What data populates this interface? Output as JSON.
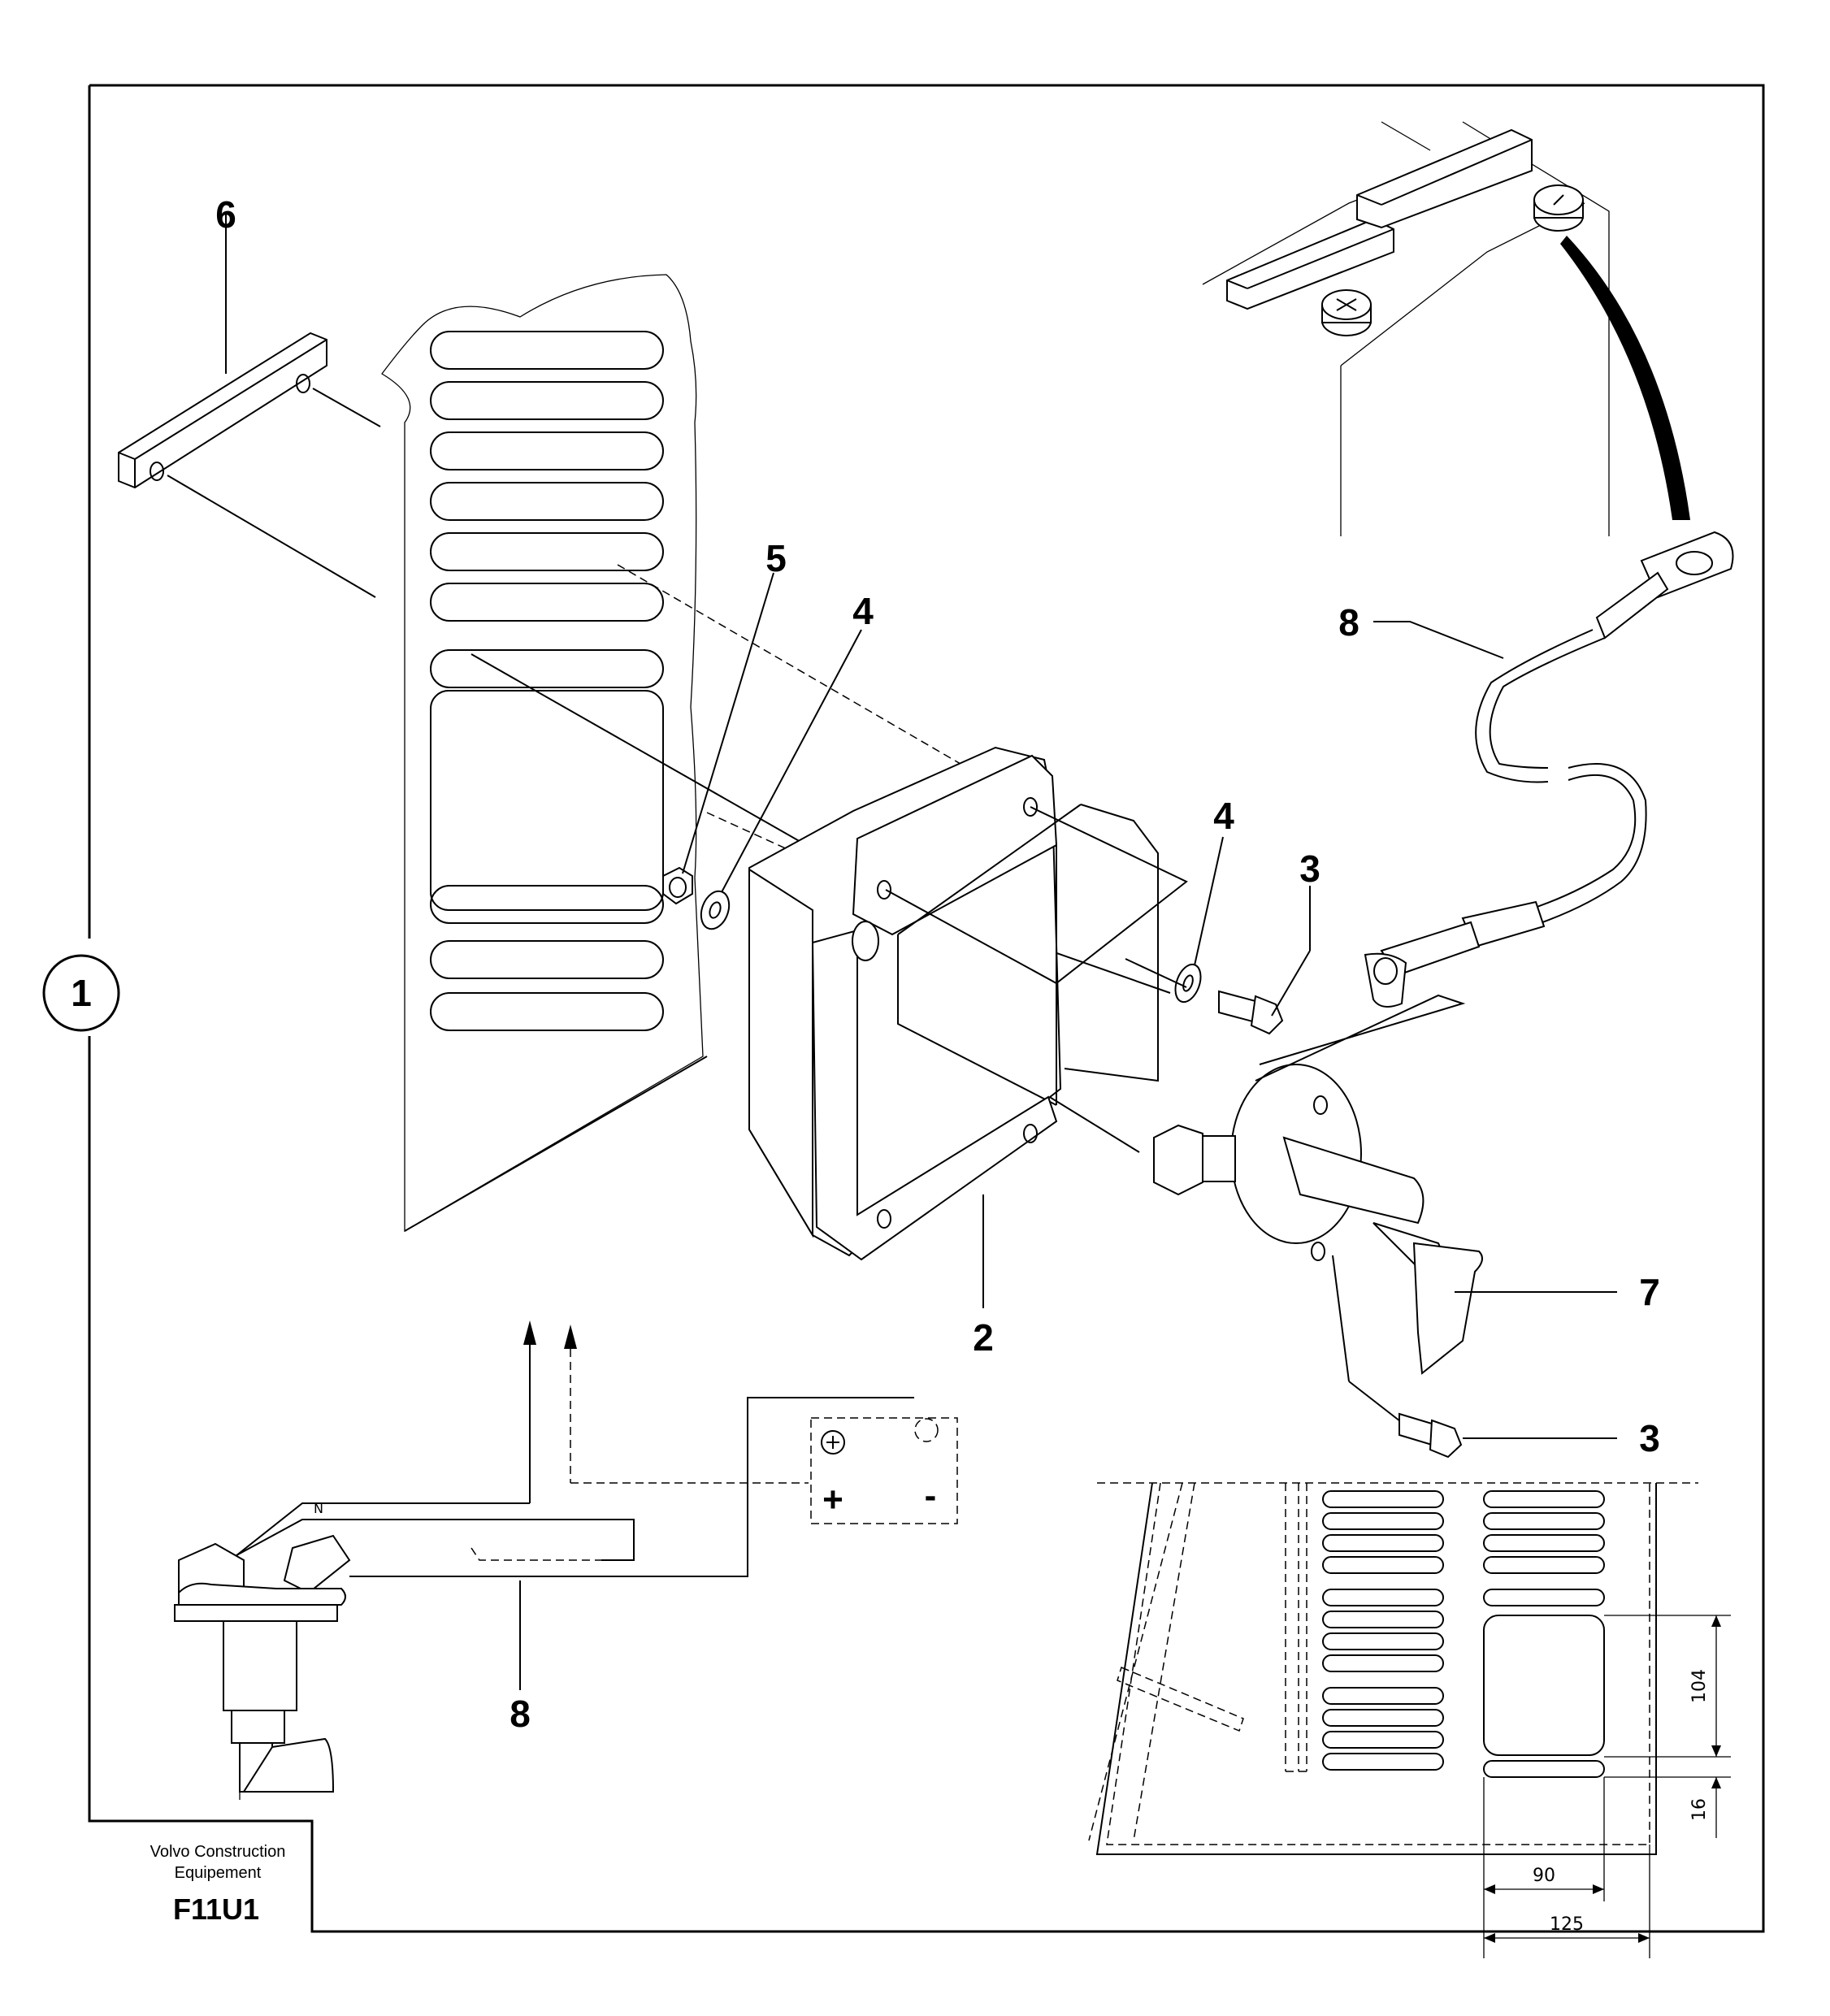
{
  "frame": {
    "sheet_marker": "1",
    "company_line1": "Volvo Construction",
    "company_line2": "Equipement",
    "drawing_code": "F11U1"
  },
  "callouts": {
    "item2": "2",
    "item3_upper": "3",
    "item3_lower": "3",
    "item4_left": "4",
    "item4_right": "4",
    "item5": "5",
    "item6": "6",
    "item7": "7",
    "item8_cable": "8",
    "item8_wiring": "8"
  },
  "wiring": {
    "terminal_label": "N",
    "positive": "+",
    "negative": "-"
  },
  "dimensions": {
    "height_opening": "104",
    "height_gap": "16",
    "width_inner": "90",
    "width_outer": "125"
  }
}
